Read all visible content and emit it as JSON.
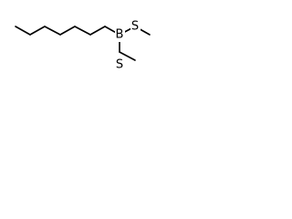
{
  "molecule": {
    "atoms": {
      "boron": "B",
      "sulfur_top": "S",
      "sulfur_bottom": "S"
    },
    "colors": {
      "bond": "#000000",
      "label": "#000000",
      "background": "#ffffff"
    }
  }
}
